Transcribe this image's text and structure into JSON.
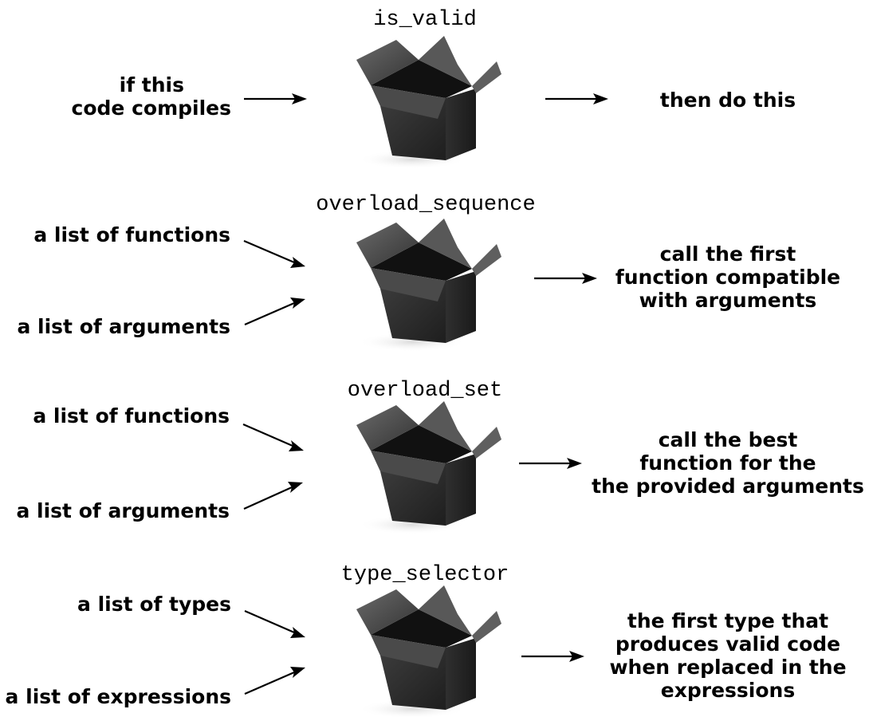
{
  "diagram": {
    "rows": [
      {
        "title": "is_valid",
        "inputs": [
          "if this",
          "code compiles"
        ],
        "output": [
          "then do this"
        ]
      },
      {
        "title": "overload_sequence",
        "inputs": [
          "a list of functions",
          "a list of arguments"
        ],
        "output": [
          "call the first",
          "function compatible",
          "with arguments"
        ]
      },
      {
        "title": "overload_set",
        "inputs": [
          "a list of functions",
          "a list of arguments"
        ],
        "output": [
          "call the best",
          "function for the",
          "the provided arguments"
        ]
      },
      {
        "title": "type_selector",
        "inputs": [
          "a list of types",
          "a list of expressions"
        ],
        "output": [
          "the first type that",
          "produces valid code",
          "when replaced in the",
          "expressions"
        ]
      }
    ],
    "box_icon": "open-box-icon",
    "colors": {
      "box_dark": "#1f1f1f",
      "box_front": "#2b2b2b",
      "box_side": "#3a3a3a",
      "box_flap": "#4b4b4b",
      "box_interior": "#111111",
      "text": "#000000",
      "shadow": "#e6e6e6"
    }
  }
}
